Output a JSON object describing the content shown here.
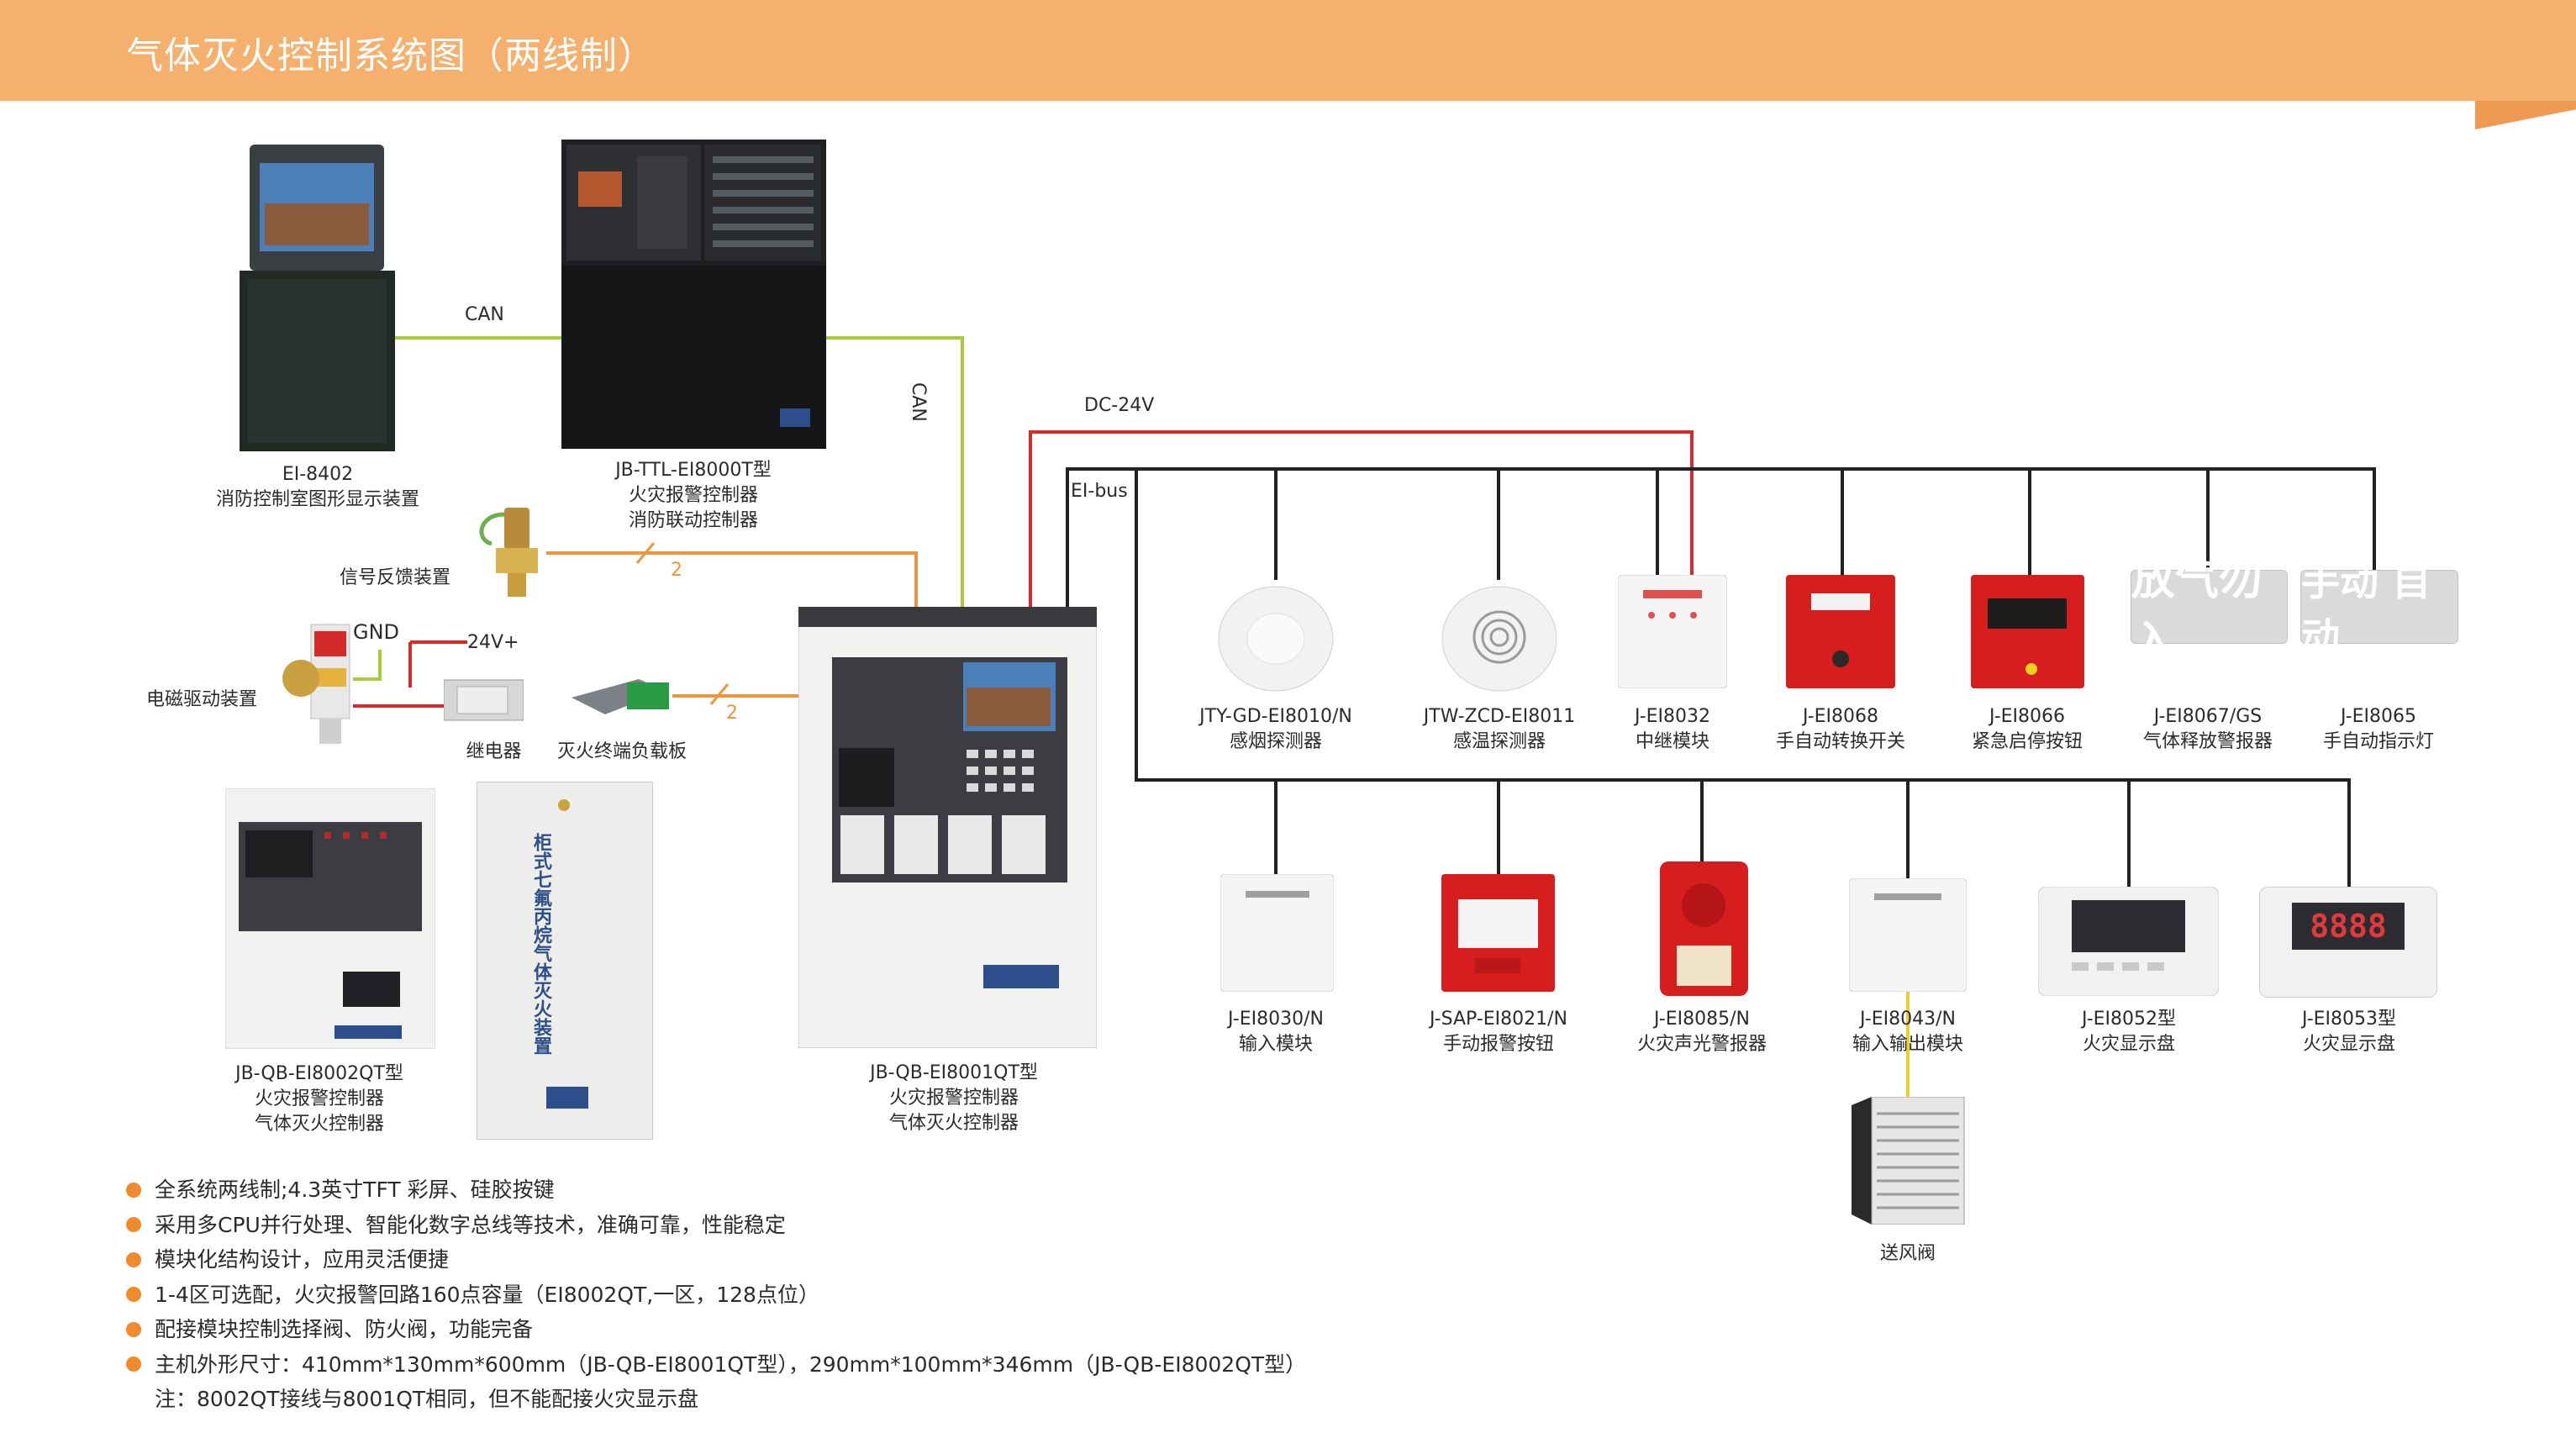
{
  "title": "气体灭火控制系统图（两线制）",
  "wires": {
    "can_h": "CAN",
    "can_v": "CAN",
    "dc24v": "DC-24V",
    "eibus": "EI-bus",
    "gnd": "GND",
    "v24": "24V+",
    "count_1": "2",
    "count_2": "2"
  },
  "devices": {
    "ei8402": [
      "EI-8402",
      "消防控制室图形显示装置"
    ],
    "ttl8000t": [
      "JB-TTL-EI8000T型",
      "火灾报警控制器",
      "消防联动控制器"
    ],
    "signal": [
      "信号反馈装置"
    ],
    "solenoid": [
      "电磁驱动装置"
    ],
    "relay": [
      "继电器"
    ],
    "terminal": [
      "灭火终端负载板"
    ],
    "qb8002": [
      "JB-QB-EI8002QT型",
      "火灾报警控制器",
      "气体灭火控制器"
    ],
    "qb8001": [
      "JB-QB-EI8001QT型",
      "火灾报警控制器",
      "气体灭火控制器"
    ],
    "smoke": [
      "JTY-GD-EI8010/N",
      "感烟探测器"
    ],
    "heat": [
      "JTW-ZCD-EI8011",
      "感温探测器"
    ],
    "relay_module": [
      "J-EI8032",
      "中继模块"
    ],
    "manual_switch": [
      "J-EI8068",
      "手自动转换开关"
    ],
    "emergency": [
      "J-EI8066",
      "紧急启停按钮"
    ],
    "release_alarm": [
      "J-EI8067/GS",
      "气体释放警报器"
    ],
    "indicator": [
      "J-EI8065",
      "手自动指示灯"
    ],
    "input_module": [
      "J-EI8030/N",
      "输入模块"
    ],
    "manual_alarm": [
      "J-SAP-EI8021/N",
      "手动报警按钮"
    ],
    "sounder": [
      "J-EI8085/N",
      "火灾声光警报器"
    ],
    "io_module": [
      "J-EI8043/N",
      "输入输出模块"
    ],
    "display_8052": [
      "J-EI8052型",
      "火灾显示盘"
    ],
    "display_8053": [
      "J-EI8053型",
      "火灾显示盘"
    ],
    "damper": [
      "送风阀"
    ]
  },
  "cabinet_text": "柜式七氟丙烷气体灭火装置",
  "sign_release": "放气勿入",
  "sign_manual": "手动 自动",
  "display_digits": "8888",
  "notes": [
    "全系统两线制;4.3英寸TFT 彩屏、硅胶按键",
    "采用多CPU并行处理、智能化数字总线等技术，准确可靠，性能稳定",
    "模块化结构设计，应用灵活便捷",
    "1-4区可选配，火灾报警回路160点容量（EI8002QT,一区，128点位）",
    " 配接模块控制选择阀、防火阀，功能完备",
    "主机外形尺寸：410mm*130mm*600mm（JB-QB-EI8001QT型），290mm*100mm*346mm（JB-QB-EI8002QT型）"
  ],
  "footnote": "注：8002QT接线与8001QT相同，但不能配接火灾显示盘",
  "colors": {
    "banner": "#f4b06c",
    "can_wire": "#a6cc3c",
    "dc_wire": "#d82a2a",
    "bus_wire": "#222222",
    "signal_wire": "#f0953a",
    "bullet": "#f08a2c"
  }
}
